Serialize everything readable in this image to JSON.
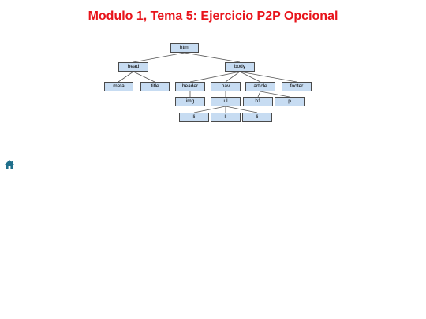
{
  "slide": {
    "title": "Modulo 1, Tema 5: Ejercicio P2P Opcional"
  },
  "tree": {
    "nodes": {
      "html": "html",
      "head": "head",
      "body": "body",
      "meta": "meta",
      "title": "title",
      "header": "header",
      "nav": "nav",
      "article": "article",
      "footer": "footer",
      "img": "img",
      "ul": "ul",
      "h1": "h1",
      "p": "p",
      "li1": "li",
      "li2": "li",
      "li3": "li"
    }
  },
  "icons": {
    "home": "home-icon",
    "home_color": "#1f6f8b"
  }
}
